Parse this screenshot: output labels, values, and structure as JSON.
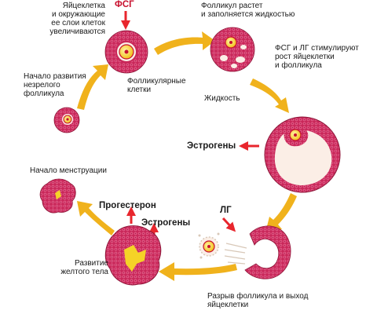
{
  "labels": {
    "immature_follicle": "Начало развития\nнезрелого\nфолликула",
    "oocyte_layers": "Яйцеклетка\nи окружающие\nее слои клеток\nувеличиваются",
    "fsh": "ФСГ",
    "follicular_cells": "Фолликулярные\nклетки",
    "follicle_grows": "Фолликул растет\nи заполняется жидкостью",
    "fluid": "Жидкость",
    "fsh_lh": "ФСГ и ЛГ стимулируют\nрост яйцеклетки\nи фолликула",
    "estrogens_top": "Эстрогены",
    "lh": "ЛГ",
    "rupture": "Разрыв фолликула и выход\nяйцеклетки",
    "progesterone": "Прогестерон",
    "estrogens_bottom": "Эстрогены",
    "corpus_luteum": "Развитие\nжелтого тела",
    "menstruation": "Начало менструации"
  },
  "colors": {
    "cycle_arrow": "#f0b21c",
    "hormone_arrow": "#e8262d",
    "cell": "#b8224f",
    "cell_highlight": "#e25c86",
    "fluid": "#fbeee6",
    "oocyte": "#f5d327"
  }
}
